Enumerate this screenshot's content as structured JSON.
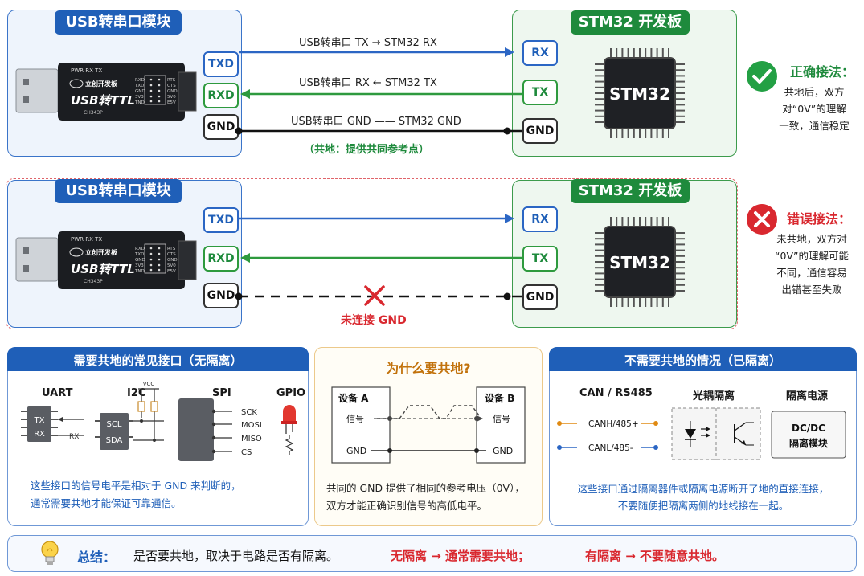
{
  "top": {
    "usb_title": "USB转串口模块",
    "stm_title": "STM32 开发板",
    "usb_pins": [
      "TXD",
      "RXD",
      "GND"
    ],
    "stm_pins": [
      "RX",
      "TX",
      "GND"
    ],
    "wire1": "USB转串口 TX → STM32 RX",
    "wire2": "USB转串口 RX ← STM32 TX",
    "wire3": "USB转串口 GND —— STM32 GND",
    "ground_note": "（共地：提供共同参考点）",
    "verdict_title": "正确接法：",
    "verdict_lines": [
      "共地后，双方",
      "对“0V”的理解",
      "一致，通信稳定"
    ]
  },
  "middle": {
    "usb_title": "USB转串口模块",
    "stm_title": "STM32 开发板",
    "usb_pins": [
      "TXD",
      "RXD",
      "GND"
    ],
    "stm_pins": [
      "RX",
      "TX",
      "GND"
    ],
    "missing_label": "未连接 GND",
    "verdict_title": "错误接法：",
    "verdict_lines": [
      "未共地，双方对",
      "“0V”的理解可能",
      "不同，通信容易",
      "出错甚至失败"
    ]
  },
  "chip_label": "STM32",
  "usb_module": {
    "header_text": "PWR RX TX",
    "brand_text": "立创开发板",
    "big_text": "USB转TTL",
    "chip_text": "CH343P",
    "left_pins": [
      "RXD",
      "TXD",
      "GND",
      "3V3",
      "TND"
    ],
    "right_pins": [
      "RTS",
      "CTS",
      "GND",
      "5V0",
      "E5V"
    ]
  },
  "panel_left": {
    "title": "需要共地的常见接口（无隔离）",
    "headers": [
      "UART",
      "I2C",
      "SPI",
      "GPIO"
    ],
    "uart_pins": [
      "TX",
      "RX"
    ],
    "uart_wire_label": "RX",
    "i2c_vcc": "VCC",
    "i2c_pins": [
      "SCL",
      "SDA"
    ],
    "spi_pins": [
      "SCK",
      "MOSI",
      "MISO",
      "CS"
    ],
    "text_lines": [
      "这些接口的信号电平是相对于 GND 来判断的，",
      "通常需要共地才能保证可靠通信。"
    ]
  },
  "panel_mid": {
    "title": "为什么要共地?",
    "dev_a": "设备 A",
    "dev_b": "设备 B",
    "signal": "信号",
    "gnd": "GND",
    "text_lines": [
      "共同的 GND 提供了相同的参考电压（0V），",
      "双方才能正确识别信号的高低电平。"
    ]
  },
  "panel_right": {
    "title": "不需要共地的情况（已隔离）",
    "headers": [
      "CAN / RS485",
      "光耦隔离",
      "隔离电源"
    ],
    "can_h": "CANH/485+",
    "can_l": "CANL/485-",
    "dcdc_lines": [
      "DC/DC",
      "隔离模块"
    ],
    "text_lines": [
      "这些接口通过隔离器件或隔离电源断开了地的直接连接，",
      "不要随便把隔离两侧的地线接在一起。"
    ]
  },
  "summary": {
    "label": "总结：",
    "text": "是否要共地，取决于电路是否有隔离。",
    "part1": "无隔离 → 通常需要共地；",
    "part2": "有隔离 → 不要随意共地。"
  },
  "colors": {
    "blue": "#1f5fb8",
    "green": "#1e8a3c",
    "red": "#d9282f",
    "orange": "#e08a12"
  }
}
